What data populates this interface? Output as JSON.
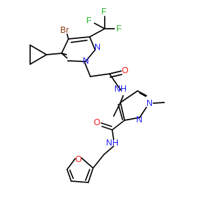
{
  "molecule": {
    "colors": {
      "bond": "#000000",
      "N": "#1a1aff",
      "O": "#ff1a1a",
      "F": "#2eb82e",
      "Br": "#8b3a0f",
      "C": "#000000"
    },
    "labels": {
      "br": "Br",
      "f1": "F",
      "f2": "F",
      "f3": "F",
      "n_pz1_n2": "N",
      "n_pz1_n1": "N",
      "o_acyl": "O",
      "nh_amide": "NH",
      "n_pz2_n1": "N",
      "n_pz2_n2": "N",
      "o_carboxamide": "O",
      "nh_carboxamide": "NH",
      "o_furan": "O"
    }
  }
}
